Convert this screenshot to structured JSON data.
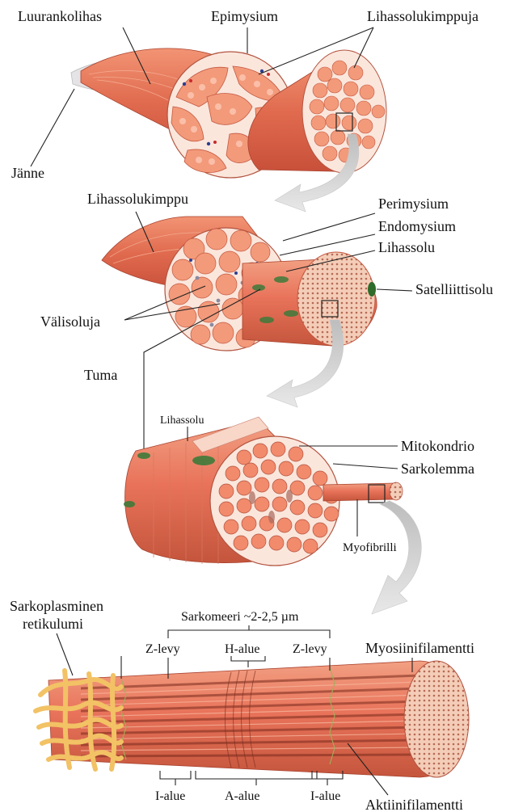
{
  "labels": {
    "luurankolihas": "Luurankolihas",
    "epimysium": "Epimysium",
    "lihassolukimppuja": "Lihassolukimppuja",
    "janne": "Jänne",
    "lihassolukimppu": "Lihassolukimppu",
    "perimysium": "Perimysium",
    "endomysium": "Endomysium",
    "lihassolu_top": "Lihassolu",
    "satelliittisolu": "Satelliittisolu",
    "valisoluja": "Välisoluja",
    "tuma": "Tuma",
    "lihassolu_mid": "Lihassolu",
    "mitokondrio": "Mitokondrio",
    "sarkolemma": "Sarkolemma",
    "myofibrilli": "Myofibrilli",
    "sarkoplasminen_1": "Sarkoplasminen",
    "sarkoplasminen_2": "retikulumi",
    "sarkomeeri": "Sarkomeeri ~2-2,5 µm",
    "z_levy_left": "Z-levy",
    "h_alue": "H-alue",
    "z_levy_right": "Z-levy",
    "myosiinifilamentti": "Myosiinifilamentti",
    "i_alue_left": "I-alue",
    "a_alue": "A-alue",
    "i_alue_right": "I-alue",
    "aktiinifilamentti": "Aktiinifilamentti"
  },
  "colors": {
    "muscle": "#e8735a",
    "muscle_dark": "#c8503a",
    "muscle_light": "#f6a98a",
    "fascicle_fill": "#f39a7a",
    "connective": "#fbe6dc",
    "tendon": "#e9e4e0",
    "nucleus": "#3f7a3a",
    "sr": "#f2c265",
    "arrow": "#d9d9d9"
  }
}
